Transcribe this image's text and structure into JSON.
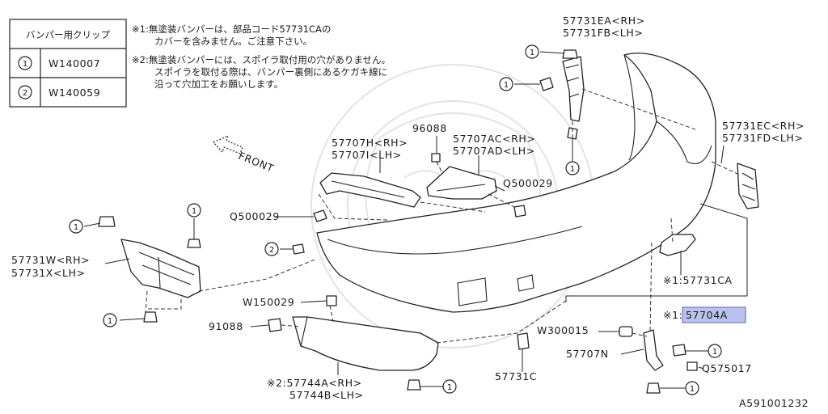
{
  "clip_table": {
    "header": "バンパー用クリップ",
    "rows": [
      {
        "mark": "1",
        "code": "W140007"
      },
      {
        "mark": "2",
        "code": "W140059"
      }
    ]
  },
  "notes": [
    "※1:無塗装バンパーは、部品コード57731CAの",
    "カバーを含みません。ご注意下さい。",
    "※2:無塗装バンパーには、スポイラ取付用の穴がありません。",
    "スポイラを取付る際は、バンパー裏側にあるケガキ線に",
    "沿って穴加工をお願いします。"
  ],
  "front_label": "FRONT",
  "labels": {
    "p57731EA": "57731EA<RH>",
    "p57731FB": "57731FB<LH>",
    "p57731EC": "57731EC<RH>",
    "p57731FD": "57731FD<LH>",
    "p57707H": "57707H<RH>",
    "p57707I": "57707I<LH>",
    "p96088": "96088",
    "p57707AC": "57707AC<RH>",
    "p57707AD": "57707AD<LH>",
    "q500029_right": "Q500029",
    "q500029_left": "Q500029",
    "p57731W": "57731W<RH>",
    "p57731X": "57731X<LH>",
    "w150029": "W150029",
    "p91088": "91088",
    "p57744A": "※2:57744A<RH>",
    "p57744B": "57744B<LH>",
    "p57731C": "57731C",
    "w300015": "W300015",
    "p57707N": "57707N",
    "q575017": "Q575017",
    "p57731CA": "※1:57731CA",
    "p57704A_prefix": "※1:",
    "p57704A": "57704A",
    "diagram_id": "A591001232"
  },
  "callout_marks": {
    "one": "1",
    "two": "2"
  },
  "colors": {
    "highlight_fill": "#b9c2ec",
    "highlight_border": "#5a66b8",
    "line": "#222222",
    "watermark": "#e3e3e3"
  }
}
